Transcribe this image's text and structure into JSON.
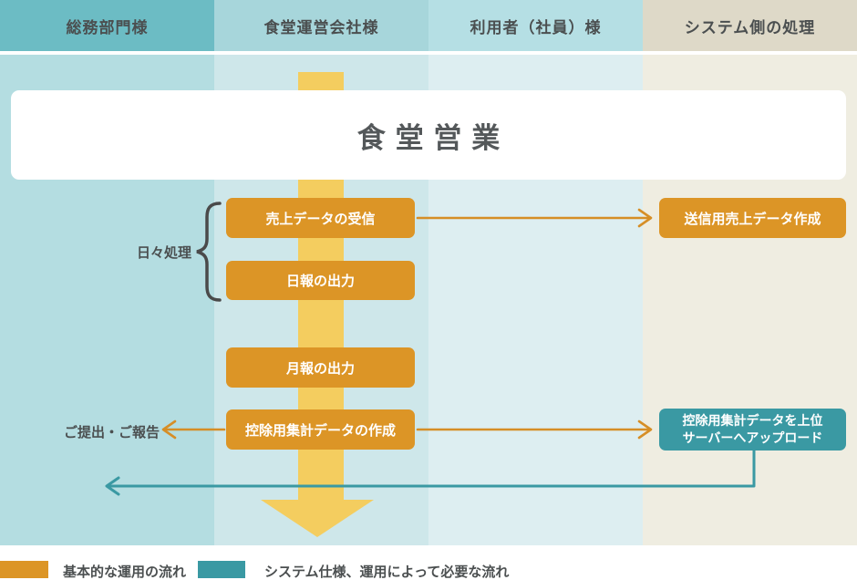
{
  "header": {
    "lanes": [
      {
        "label": "総務部門様"
      },
      {
        "label": "食堂運営会社様"
      },
      {
        "label": "利用者（社員）様"
      },
      {
        "label": "システム側の処理"
      }
    ]
  },
  "banner": {
    "title": "食堂営業"
  },
  "flow": {
    "daily_group_label": "日々処理",
    "submit_label": "ご提出・ご報告",
    "boxes": {
      "sales_receive": "売上データの受信",
      "daily_report": "日報の出力",
      "monthly_report": "月報の出力",
      "deduction_create": "控除用集計データの作成",
      "send_sales_create": "送信用売上データ作成",
      "deduction_upload_line1": "控除用集計データを上位",
      "deduction_upload_line2": "サーバーへアップロード"
    }
  },
  "legend": {
    "items": [
      {
        "color": "#dc9526",
        "label": "基本的な運用の流れ"
      },
      {
        "color": "#3a99a3",
        "label": "システム仕様、運用によって必要な流れ"
      }
    ]
  },
  "colors": {
    "header_lane_1": "#6cbcc4",
    "header_lane_2": "#a7d6db",
    "header_lane_3": "#b5dfe4",
    "header_lane_4": "#ded9c8",
    "body_lane_1": "#b4dde1",
    "body_lane_2": "#cee7ea",
    "body_lane_3": "#ddeef1",
    "body_lane_4": "#efede1",
    "big_arrow": "#f4cd5f",
    "process_box": "#dc9526",
    "flow_arrow": "#d68e26",
    "system_box": "#3a99a3",
    "brace": "#4a4a4a",
    "text_dark": "#4b4f50",
    "banner_text": "#54585a"
  }
}
